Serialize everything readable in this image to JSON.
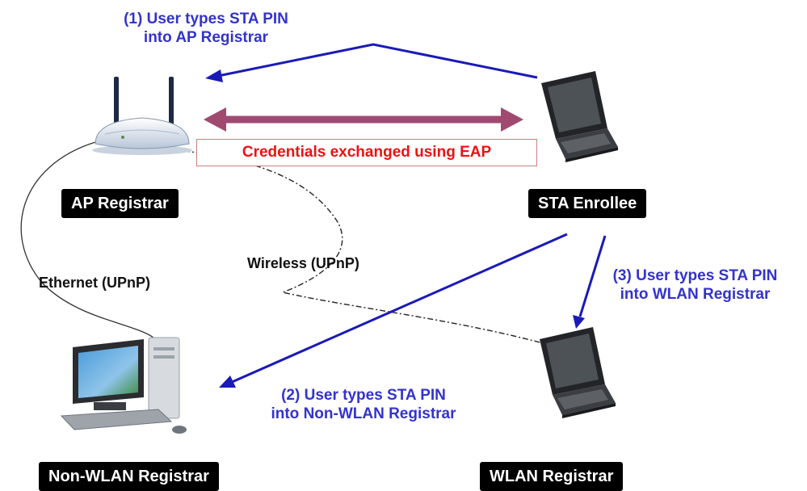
{
  "colors": {
    "step_text": "#3333cc",
    "eap_text": "#ee1111",
    "eap_arrow": "#a04a72",
    "label_bg": "#000000",
    "label_text": "#ffffff"
  },
  "annotations": {
    "step1": {
      "line1": "(1) User types STA PIN",
      "line2": "into AP Registrar"
    },
    "step2": {
      "line1": "(2) User types STA PIN",
      "line2": "into Non-WLAN Registrar"
    },
    "step3": {
      "line1": "(3) User types STA PIN",
      "line2": "into WLAN Registrar"
    },
    "eap": "Credentials exchanged using EAP",
    "ethernet": "Ethernet (UPnP)",
    "wireless": "Wireless (UPnP)"
  },
  "nodes": {
    "ap_registrar": {
      "label": "AP Registrar",
      "icon": "router-icon"
    },
    "sta_enrollee": {
      "label": "STA Enrollee",
      "icon": "laptop-icon"
    },
    "non_wlan_registrar": {
      "label": "Non-WLAN Registrar",
      "icon": "desktop-computer-icon"
    },
    "wlan_registrar": {
      "label": "WLAN Registrar",
      "icon": "laptop-icon"
    }
  }
}
